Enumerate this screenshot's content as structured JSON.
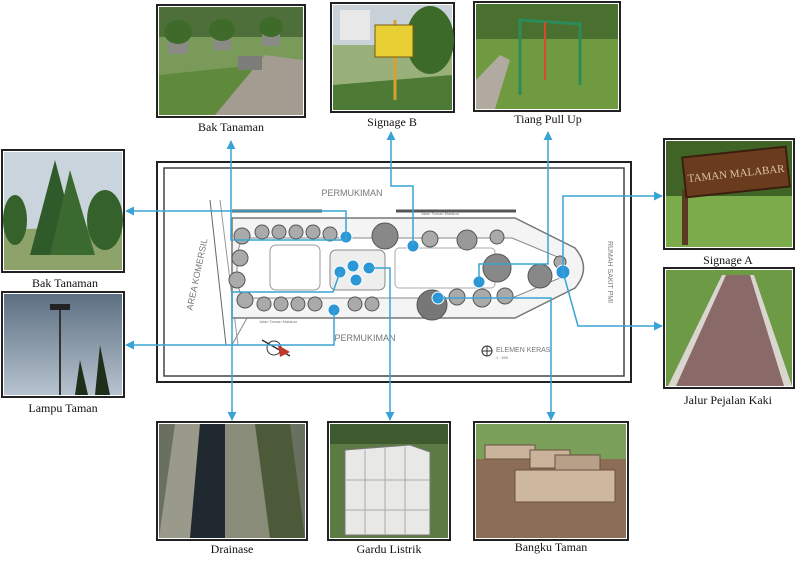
{
  "photos": [
    {
      "id": "bak1",
      "label": "Bak Tanaman"
    },
    {
      "id": "signb",
      "label": "Signage B"
    },
    {
      "id": "pullup",
      "label": "Tiang Pull Up"
    },
    {
      "id": "signa",
      "label": "Signage A"
    },
    {
      "id": "bak2",
      "label": "Bak Tanaman"
    },
    {
      "id": "lampu",
      "label": "Lampu Taman"
    },
    {
      "id": "jalur",
      "label": "Jalur Pejalan Kaki"
    },
    {
      "id": "drainase",
      "label": "Drainase"
    },
    {
      "id": "gardu",
      "label": "Gardu Listrik"
    },
    {
      "id": "bangku",
      "label": "Bangku Taman"
    }
  ],
  "map": {
    "top_label": "PERMUKIMAN",
    "bottom_label": "PERMUKIMAN",
    "left_label": "AREA KOMERSIL",
    "right_label": "RUMAH SAKIT PMI",
    "road_top": "Jalan Taman Malabar",
    "road_bottom": "Jalan Taman Malabar",
    "legend_title": "ELEMEN KERAS",
    "legend_sub": "1 : 500"
  },
  "colors": {
    "connector": "#3aa3d6",
    "marker": "#2b97d6",
    "frame": "#222222"
  },
  "sign_text": "TAMAN MALABAR"
}
